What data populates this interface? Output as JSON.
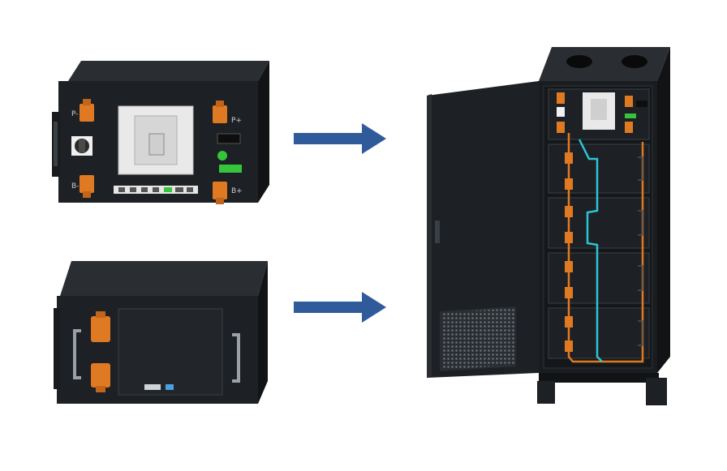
{
  "colors": {
    "background": "#ffffff",
    "arrow": "#2f5b9b",
    "chassis": "#1d2024",
    "chassis_side": "#111315",
    "chassis_top": "#2a2e33",
    "connector": "#e07a22",
    "cable_cyan": "#2bc6d6",
    "status_green": "#35c43a"
  },
  "labels": {
    "p_minus": "P-",
    "p_plus": "P+",
    "b_minus": "B-",
    "b_plus": "B+"
  },
  "icons": [
    "arrow-right-icon",
    "arrow-right-icon"
  ]
}
